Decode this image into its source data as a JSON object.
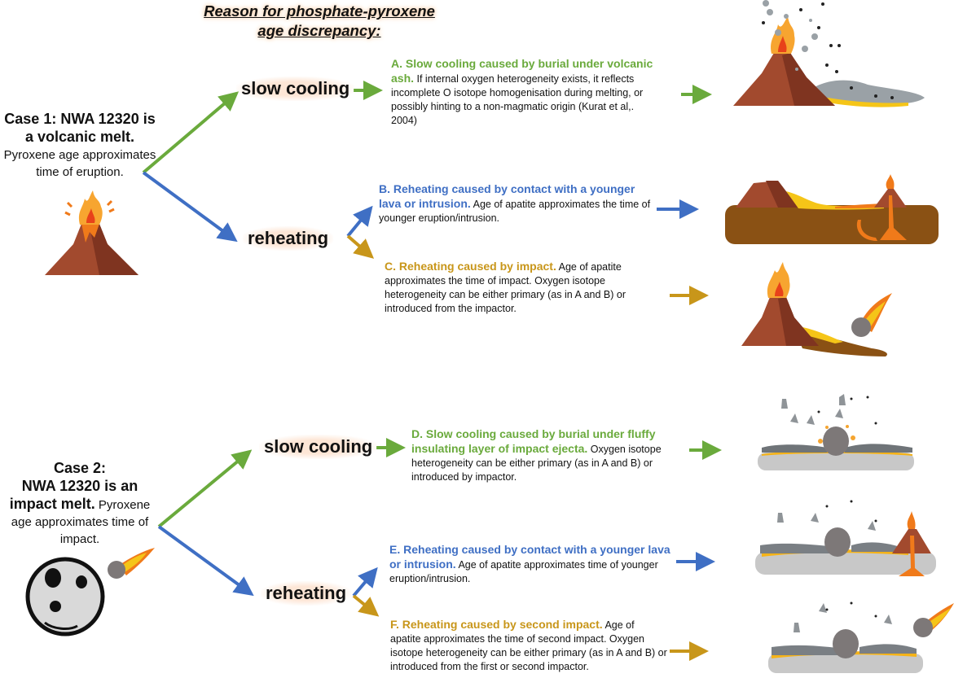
{
  "title": "Reason for phosphate-pyroxene age discrepancy:",
  "colors": {
    "green": "#6aaa3c",
    "blue": "#3f6fc4",
    "gold": "#c8961a",
    "lava_orange": "#f07a1a",
    "volcano_brown": "#a24a2e",
    "ground_brown": "#8a5114",
    "ground_gray": "#c8c8c8"
  },
  "case1": {
    "bold": "Case 1: NWA 12320 is a volcanic melt.",
    "rest": "Pyroxene age approximates time of eruption.",
    "icon": "volcano-icon",
    "branches": {
      "slow_cooling": "slow cooling",
      "reheating": "reheating"
    },
    "outcomes": [
      {
        "id": "A",
        "lead": "A. Slow cooling caused by burial under volcanic ash.",
        "body": "If internal oxygen heterogeneity exists, it reflects incomplete O isotope homogenisation during melting, or possibly hinting to a non-magmatic origin (Kurat et al,. 2004)",
        "color": "green",
        "illustration": "volcano-ash-burial-illustration"
      },
      {
        "id": "B",
        "lead": "B. Reheating caused by contact with a younger lava or intrusion.",
        "body": "Age of  apatite approximates the time of younger eruption/intrusion.",
        "color": "blue",
        "illustration": "younger-lava-intrusion-illustration"
      },
      {
        "id": "C",
        "lead": "C. Reheating caused by impact.",
        "body": "Age of apatite approximates the time of impact.  Oxygen isotope heterogeneity can be either primary (as in A and B) or introduced from the impactor.",
        "color": "gold",
        "illustration": "volcano-meteor-impact-illustration"
      }
    ]
  },
  "case2": {
    "bold": "Case 2: NWA 12320 is an impact melt.",
    "bold_line1": "Case 2:",
    "bold_line2": "NWA 12320 is an",
    "bold_line3": "impact melt.",
    "rest": "Pyroxene age approximates time of impact.",
    "icon": "moon-meteor-icon",
    "branches": {
      "slow_cooling": "slow cooling",
      "reheating": "reheating"
    },
    "outcomes": [
      {
        "id": "D",
        "lead": "D. Slow cooling caused by burial under fluffy insulating layer of impact ejecta.",
        "body": "Oxygen isotope heterogeneity can be either primary (as in A and B) or introduced by impactor.",
        "color": "green",
        "illustration": "impact-ejecta-burial-illustration"
      },
      {
        "id": "E",
        "lead": "E. Reheating caused by contact with a younger lava or intrusion.",
        "body": "Age of  apatite approximates time of younger eruption/intrusion.",
        "color": "blue",
        "illustration": "impact-crater-lava-intrusion-illustration"
      },
      {
        "id": "F",
        "lead": "F. Reheating  caused by second impact.",
        "body": "Age of  apatite approximates the time of second impact.  Oxygen isotope heterogeneity can be either primary (as in A and B) or introduced from the first or second impactor.",
        "color": "gold",
        "illustration": "second-impact-illustration"
      }
    ]
  }
}
